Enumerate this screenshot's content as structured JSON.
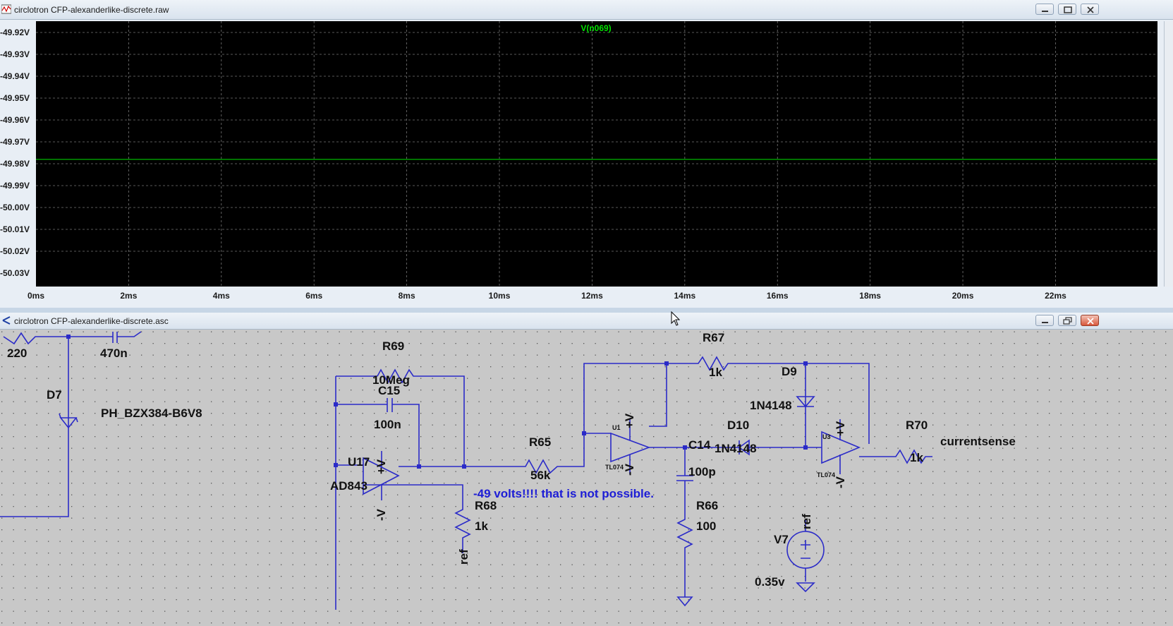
{
  "plot_window": {
    "title": "circlotron CFP-alexanderlike-discrete.raw",
    "trace_name": "V(n069)",
    "trace_color": "#00c800",
    "chart_data": {
      "type": "line",
      "xlabel": "",
      "ylabel": "",
      "x_ticks": [
        "0ms",
        "2ms",
        "4ms",
        "6ms",
        "8ms",
        "10ms",
        "12ms",
        "14ms",
        "16ms",
        "18ms",
        "20ms",
        "22ms"
      ],
      "y_ticks": [
        "-49.92V",
        "-49.93V",
        "-49.94V",
        "-49.95V",
        "-49.96V",
        "-49.97V",
        "-49.98V",
        "-49.99V",
        "-50.00V",
        "-50.01V",
        "-50.02V",
        "-50.03V"
      ],
      "xlim": [
        0,
        24.2
      ],
      "ylim": [
        -50.03,
        -49.92
      ],
      "grid": true,
      "series": [
        {
          "name": "V(n069)",
          "x": [
            0,
            24.2
          ],
          "y": [
            -49.978,
            -49.978
          ]
        }
      ]
    }
  },
  "schematic_window": {
    "title": "circlotron CFP-alexanderlike-discrete.asc",
    "wire_color": "#2b2bc8",
    "labels": {
      "r_220": "220",
      "c_470n": "470n",
      "d7_name": "D7",
      "d7_part": "PH_BZX384-B6V8",
      "r69_name": "R69",
      "r69_val": "10Meg",
      "c15_name": "C15",
      "c15_val": "100n",
      "u17_name": "U17",
      "u17_part": "AD843",
      "r65_name": "R65",
      "r65_val": "56k",
      "r68_name": "R68",
      "r68_val": "1k",
      "r68_ref": "ref",
      "note": "-49 volts!!!! that is not possible.",
      "r67_name": "R67",
      "r67_val": "1k",
      "d9_name": "D9",
      "d9_part": "1N4148",
      "d10_name": "D10",
      "d10_part": "1N4148",
      "c14_name": "C14",
      "c14_val": "100p",
      "r66_name": "R66",
      "r66_val": "100",
      "r70_name": "R70",
      "r70_val": "1k",
      "currentsense": "currentsense",
      "v7_name": "V7",
      "v7_ref": "ref",
      "v7_val": "0.35v",
      "u1_name": "U1",
      "u1_part": "TL074",
      "u3_name": "U3",
      "u3_part": "TL074",
      "plus_v": "+V",
      "minus_v": "-V",
      "plus": "+",
      "minus": "-"
    }
  }
}
